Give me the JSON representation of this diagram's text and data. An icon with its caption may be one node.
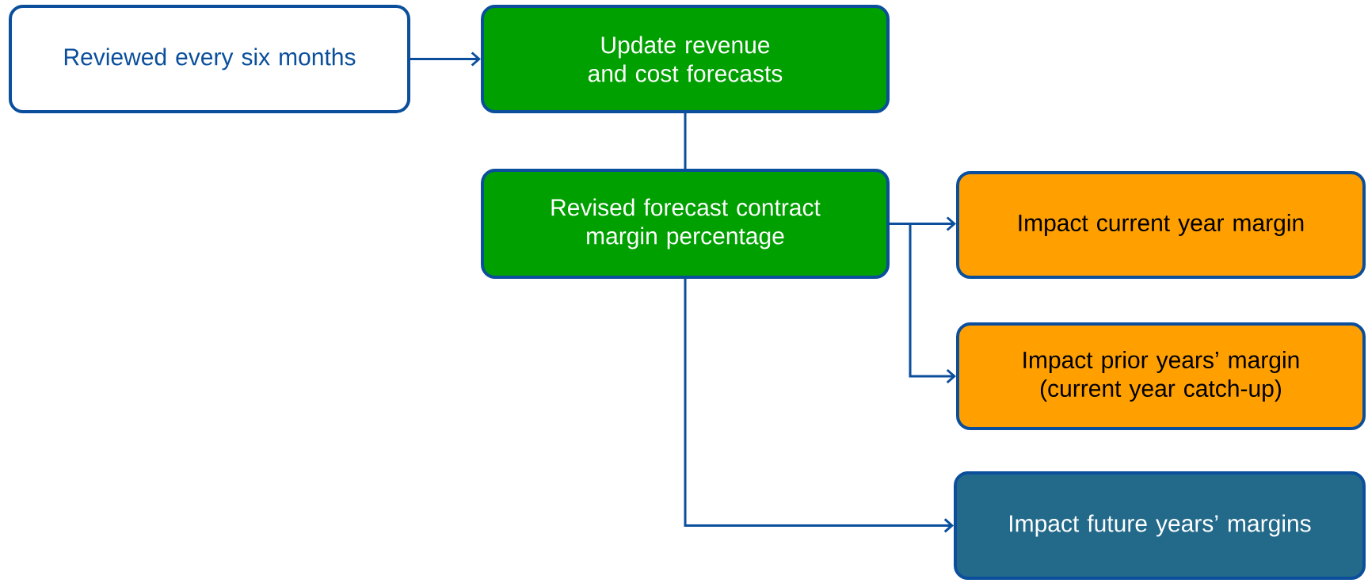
{
  "diagram": {
    "nodes": [
      {
        "text": [
          "Reviewed every six months"
        ]
      },
      {
        "text": [
          "Update revenue and cost forecasts"
        ]
      },
      {
        "text": [
          "Revised forecast contract margin percentage"
        ]
      },
      {
        "text": [
          "Impact current year margin"
        ]
      },
      {
        "text": [
          "Impact prior years’ margin (current year catch-up)"
        ]
      },
      {
        "text": [
          "Impact future years’ margins"
        ]
      }
    ],
    "edges": [
      {
        "from": 0,
        "to": 1,
        "arrow": "to"
      },
      {
        "from": 1,
        "to": 2,
        "arrow": "none"
      },
      {
        "from": 2,
        "to": 3,
        "arrow": "to"
      },
      {
        "from": 2,
        "to": 4,
        "arrow": "to"
      },
      {
        "from": 2,
        "to": 5,
        "arrow": "to"
      }
    ]
  }
}
